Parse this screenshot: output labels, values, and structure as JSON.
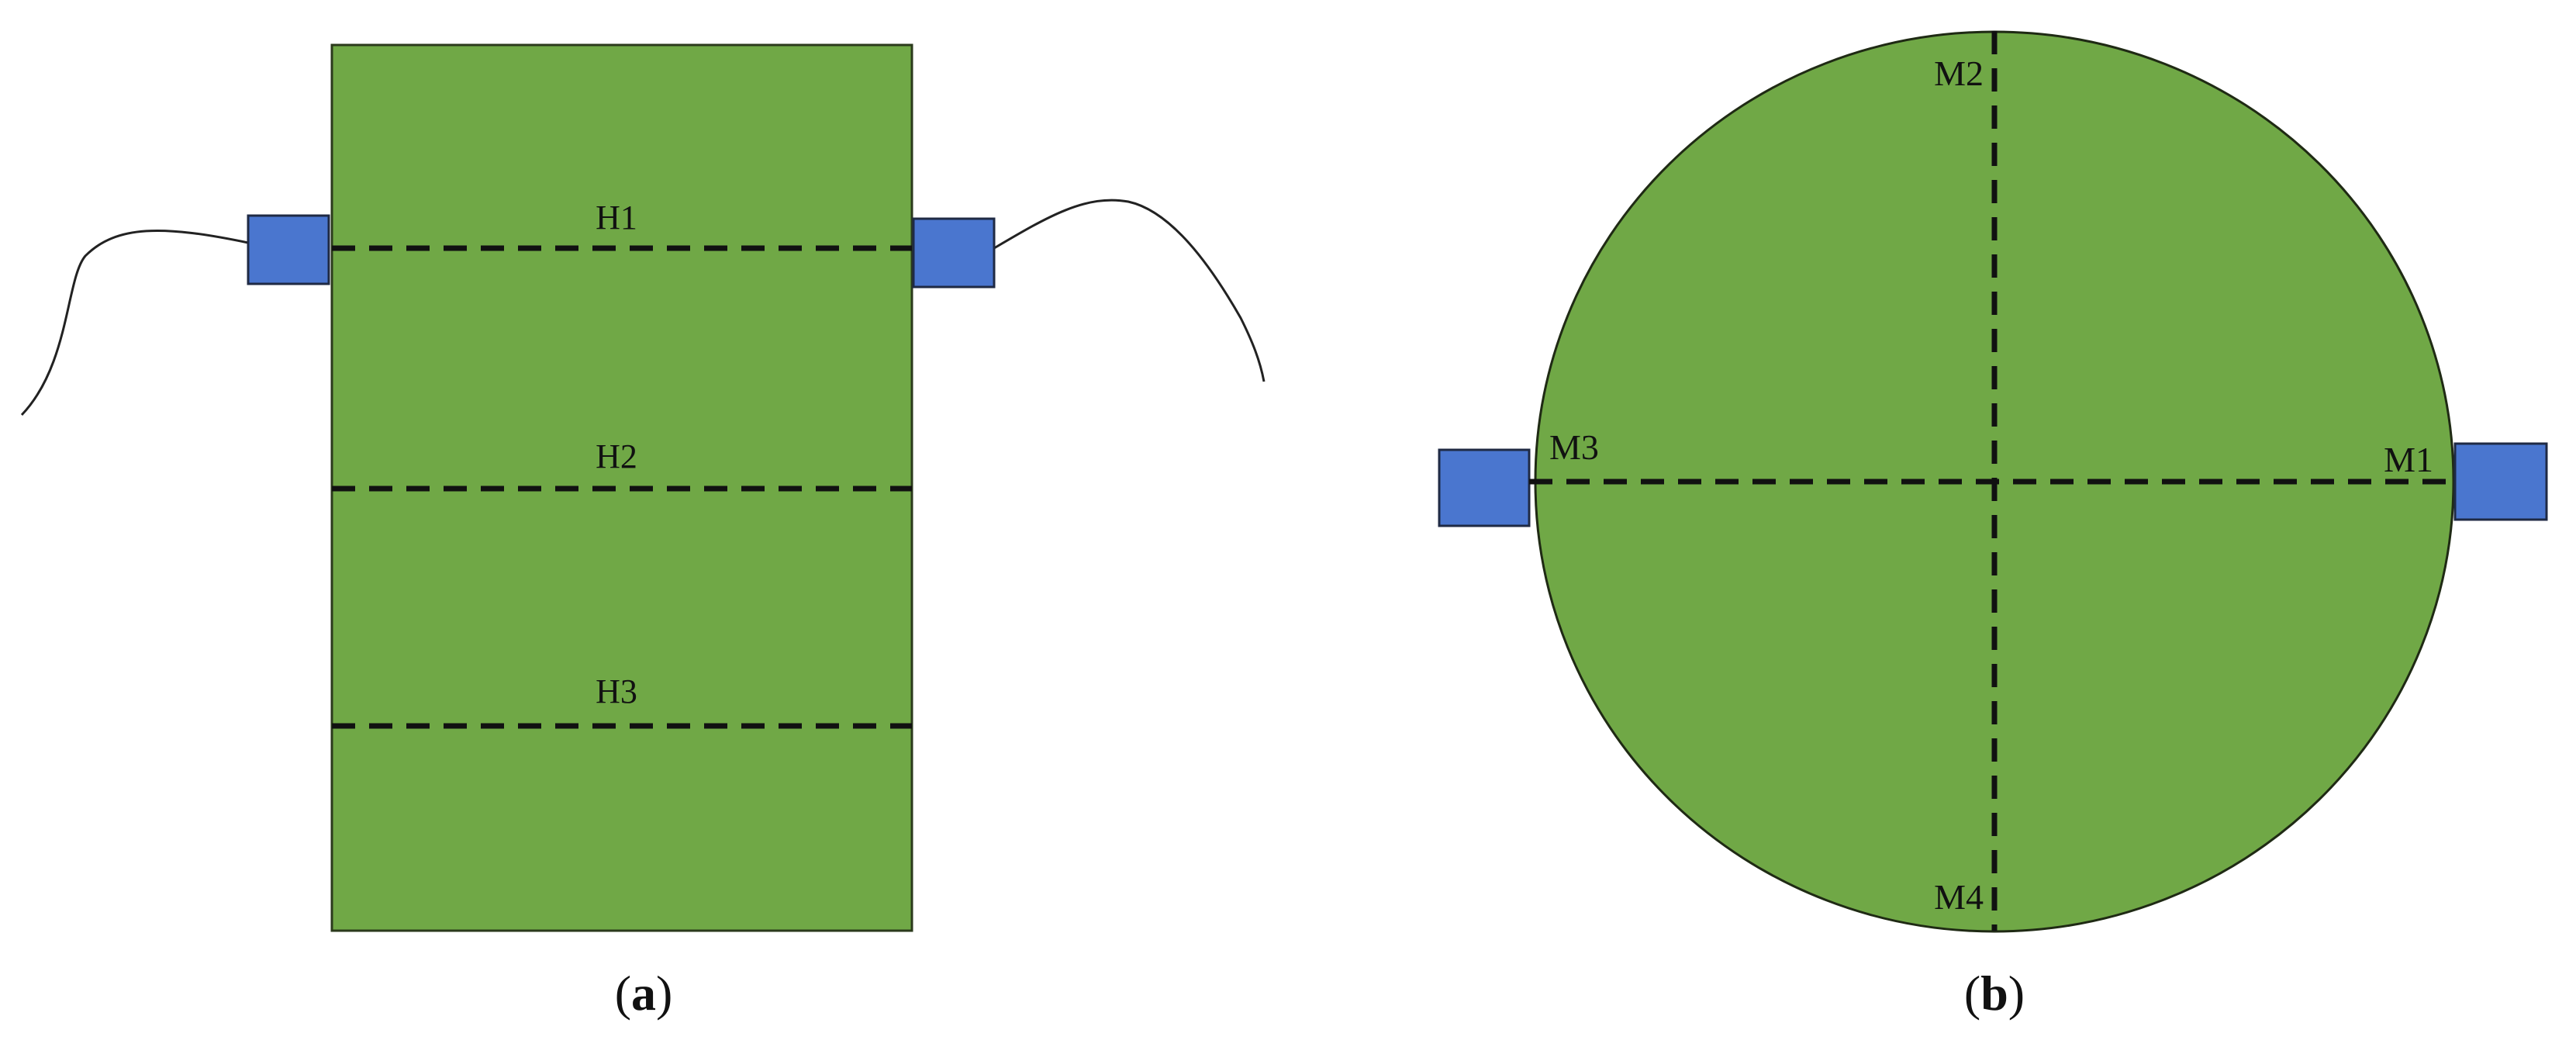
{
  "panel_a": {
    "lines": [
      {
        "label": "H1"
      },
      {
        "label": "H2"
      },
      {
        "label": "H3"
      }
    ],
    "caption": {
      "open": "(",
      "letter": "a",
      "close": ")"
    }
  },
  "panel_b": {
    "points": {
      "right": "M1",
      "top": "M2",
      "left": "M3",
      "bottom": "M4"
    },
    "caption": {
      "open": "(",
      "letter": "b",
      "close": ")"
    }
  },
  "colors": {
    "body_fill": "#70a846",
    "sensor_fill": "#4a76cf",
    "outline": "#1f2a14",
    "dashed_line": "#111111",
    "cable": "#222222"
  }
}
